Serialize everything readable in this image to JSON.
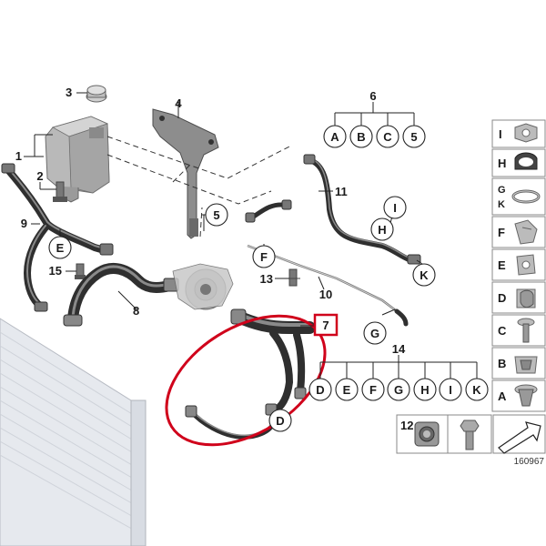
{
  "part_numbers": {
    "p1": "1",
    "p2": "2",
    "p3": "3",
    "p4": "4",
    "p5": "5",
    "p6": "6",
    "p7": "7",
    "p8": "8",
    "p9": "9",
    "p10": "10",
    "p11": "11",
    "p12": "12",
    "p13": "13",
    "p14": "14",
    "p15": "15"
  },
  "callouts": {
    "e_left": "E",
    "f": "F",
    "g": "G",
    "h": "H",
    "i": "I",
    "k": "K",
    "d": "D",
    "inline5": "5"
  },
  "group6": [
    "A",
    "B",
    "C",
    "5"
  ],
  "group14": [
    "D",
    "E",
    "F",
    "G",
    "H",
    "I",
    "K"
  ],
  "side_panel": [
    "I",
    "H",
    "GK",
    "F",
    "E",
    "D",
    "C",
    "B",
    "A"
  ],
  "side_panel_gk_top": "G",
  "side_panel_gk_bottom": "K",
  "diagram_id": "160967",
  "highlight_color": "#d0021b"
}
